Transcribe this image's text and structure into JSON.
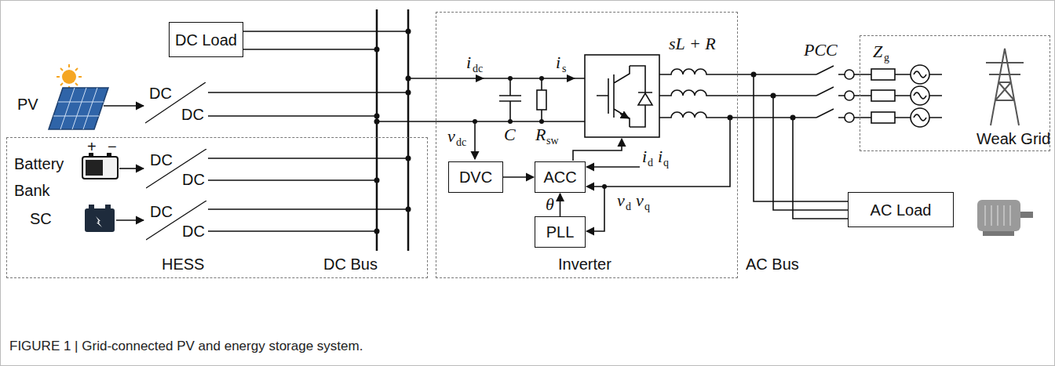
{
  "diagram": {
    "caption": "FIGURE 1 | Grid-connected PV and energy storage system.",
    "nodes": [
      {
        "text": [
          "DC Load"
        ]
      },
      {
        "text": [
          "DC",
          "DC"
        ]
      },
      {
        "text": [
          "HESS"
        ]
      },
      {
        "text": [
          "DC",
          "DC"
        ],
        "in": 2
      },
      {
        "text": [
          "DC",
          "DC"
        ],
        "in": 2
      },
      {
        "text": [
          "Inverter"
        ]
      },
      {
        "text": [
          "DVC"
        ],
        "in": 5
      },
      {
        "text": [
          "ACC"
        ],
        "in": 5
      },
      {
        "text": [
          "PLL"
        ],
        "in": 5
      },
      {
        "text": [
          "Weak Grid"
        ]
      },
      {
        "text": [
          "AC Load"
        ]
      }
    ],
    "edges": [
      {
        "from": 6,
        "to": 7,
        "arrow": "to"
      },
      {
        "from": 8,
        "to": 7,
        "arrow": "to",
        "label": "θ"
      }
    ],
    "labels": [
      "PV",
      "+",
      "−",
      "Battery Bank",
      "SC",
      "DC Bus",
      "i",
      "dc",
      "i",
      "s",
      "v",
      "dc",
      "C",
      "R",
      "sw",
      "sL + R",
      "PCC",
      "Z",
      "g",
      "i",
      "d",
      "i",
      "q",
      "v",
      "d",
      "v",
      "q",
      "AC Bus"
    ]
  }
}
